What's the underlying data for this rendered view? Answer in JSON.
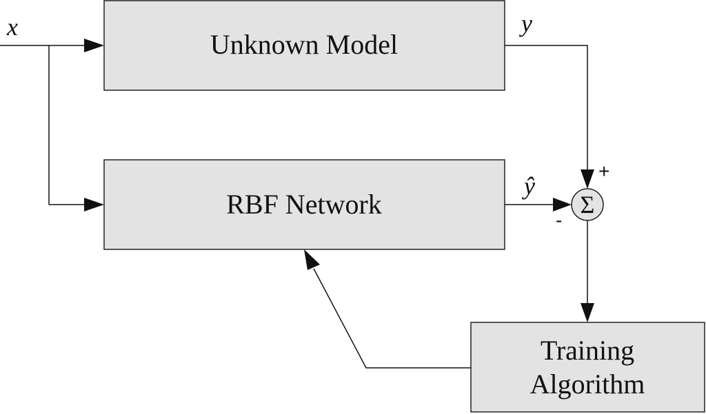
{
  "blocks": {
    "unknown_model": "Unknown Model",
    "rbf_network": "RBF Network",
    "training_line1": "Training",
    "training_line2": "Algorithm"
  },
  "signals": {
    "input": "x",
    "output": "y",
    "estimate": "ŷ"
  },
  "summing_junction": {
    "symbol": "Σ",
    "plus_sign": "+",
    "minus_sign": "-"
  },
  "colors": {
    "block_fill": "#e3e3e3",
    "line": "#111111"
  }
}
